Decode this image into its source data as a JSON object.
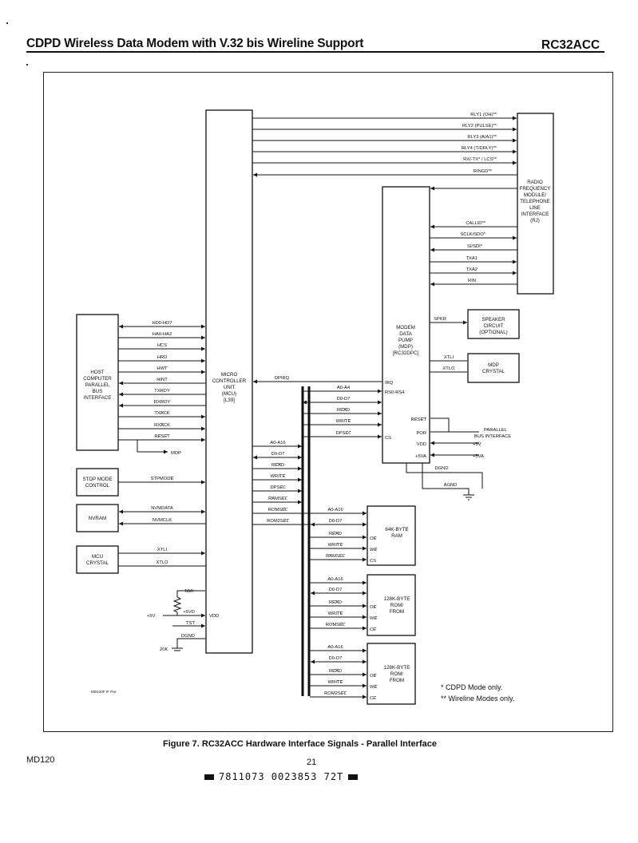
{
  "header": {
    "title": "CDPD Wireless Data Modem with V.32 bis Wireline Support",
    "part": "RC32ACC"
  },
  "diagram": {
    "blocks": {
      "mcu": [
        "MICRO",
        "CONTROLLER",
        "UNIT",
        "(MCU)",
        "[L39]"
      ],
      "host": [
        "HOST",
        "COMPUTER",
        "PARALLEL",
        "BUS",
        "INTERFACE"
      ],
      "stop": [
        "STOP MODE",
        "CONTROL"
      ],
      "nvram": [
        "NVRAM"
      ],
      "mcu_crystal": [
        "MCU",
        "CRYSTAL"
      ],
      "mdp": [
        "MODEM",
        "DATA",
        "PUMP",
        "(MDP)",
        "[RC32DPC]"
      ],
      "rfm": [
        "RADIO",
        "FREQUENCY",
        "MODULE/",
        "TELEPHONE",
        "LINE",
        "INTERFACE",
        "(RJ)"
      ],
      "speaker": [
        "SPEAKER",
        "CIRCUIT",
        "(OPTIONAL)"
      ],
      "mdp_crystal": [
        "MDP",
        "CRYSTAL"
      ],
      "ram": [
        "64K-BYTE",
        "RAM"
      ],
      "rom1": [
        "128K-BYTE",
        "ROM/",
        "FROM"
      ],
      "rom2": [
        "128K-BYTE",
        "ROM/",
        "FROM"
      ]
    },
    "signals": {
      "rly1": "RLY1 (OH)**",
      "rly2": "RLY2 (PULSE)**",
      "rly3": "RLY3 (A/A1)**",
      "rly4": "RLY4 (T/DRLY)**",
      "rxtx": "RX/-TX* / LCS**",
      "ringd": "RINGD**",
      "callid": "CALLID**",
      "sclk": "SCLK/SDO*",
      "si": "SI/SDI*",
      "txa1": "TXA1",
      "txa2": "TXA2",
      "rin": "RIN",
      "hd": "HD0-HD7",
      "ha": "HA0-HA2",
      "hcs": "HCS",
      "hrd": "HRD",
      "hwt": "HWT",
      "hint": "HINT",
      "txrdy": "TXRDY",
      "rxrdy": "RXRDY",
      "txack": "TXACK",
      "rxack": "RXACK",
      "reset": "RESET",
      "mdp_out": "MDP",
      "stpmode": "STPMODE",
      "nvmdata": "NVMDATA",
      "nvmclk": "NVMCLK",
      "xtli": "XTLI",
      "xtlo": "XTLO",
      "nmi": "NMI",
      "plus5vd": "+5VD",
      "plus5v": "+5V",
      "vdd_mcu": "VDD",
      "tst": "TST",
      "dgnd_mcu": "DGND",
      "r20k": "20K",
      "dpirq": "DPIRQ",
      "irq": "IRQ",
      "rs": "RS0-RS4",
      "a0a4": "A0-A4",
      "d0d7": "D0-D7",
      "read": "READ",
      "write": "WRITE",
      "dpsel": "DPSEL",
      "cs": "CS",
      "reset_mdp": "RESET",
      "por": "POR",
      "vdd_mdp": "VDD",
      "plus5va": "+5VA",
      "plus5v_mdp": "+5V",
      "plus5va_r": "+5VA",
      "dgnd": "DGND",
      "agnd": "AGND",
      "spkr": "SPKR",
      "xtli_mdp": "XTLI",
      "xtlo_mdp": "XTLO",
      "parallel_bus": [
        "PARALLEL",
        "BUS INTERFACE"
      ],
      "a0a16": "A0-A16",
      "ramsel": "RAMSEL",
      "romsel": "ROMSEL",
      "rom2sel": "ROM2SEL",
      "oe": "OE",
      "we": "WE",
      "ce": "CE"
    },
    "drawing_id": "MD120F IF Par",
    "notes": [
      "* CDPD Mode only.",
      "** Wireline Modes only."
    ]
  },
  "caption": "Figure 7. RC32ACC Hardware Interface Signals - Parallel Interface",
  "footer": {
    "left": "MD120",
    "page": "21",
    "code": "7811073 0023853 72T"
  }
}
